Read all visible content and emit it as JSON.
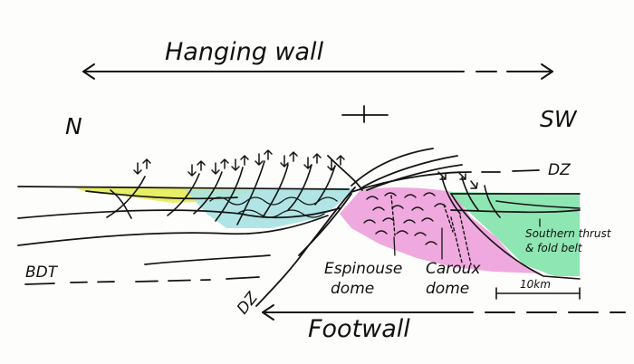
{
  "labels": {
    "hanging_wall": "Hanging wall",
    "footwall": "Footwall",
    "north": "N",
    "southwest": "SW",
    "bdt": "BDT",
    "dz_top": "DZ",
    "dz_bottom": "DZ",
    "espinouse_line1": "Espinouse",
    "espinouse_line2": "dome",
    "caroux_line1": "Caroux",
    "caroux_line2": "dome",
    "thrust_line1": "Southern thrust",
    "thrust_line2": "& fold  belt",
    "scale": "10km"
  },
  "colors": {
    "basin_yellow": "#e6ec55",
    "cyan_layer": "#a8e2e2",
    "magenta_dome": "#ec9ad8",
    "green_belt": "#7ee3a8",
    "ink": "#141414"
  }
}
